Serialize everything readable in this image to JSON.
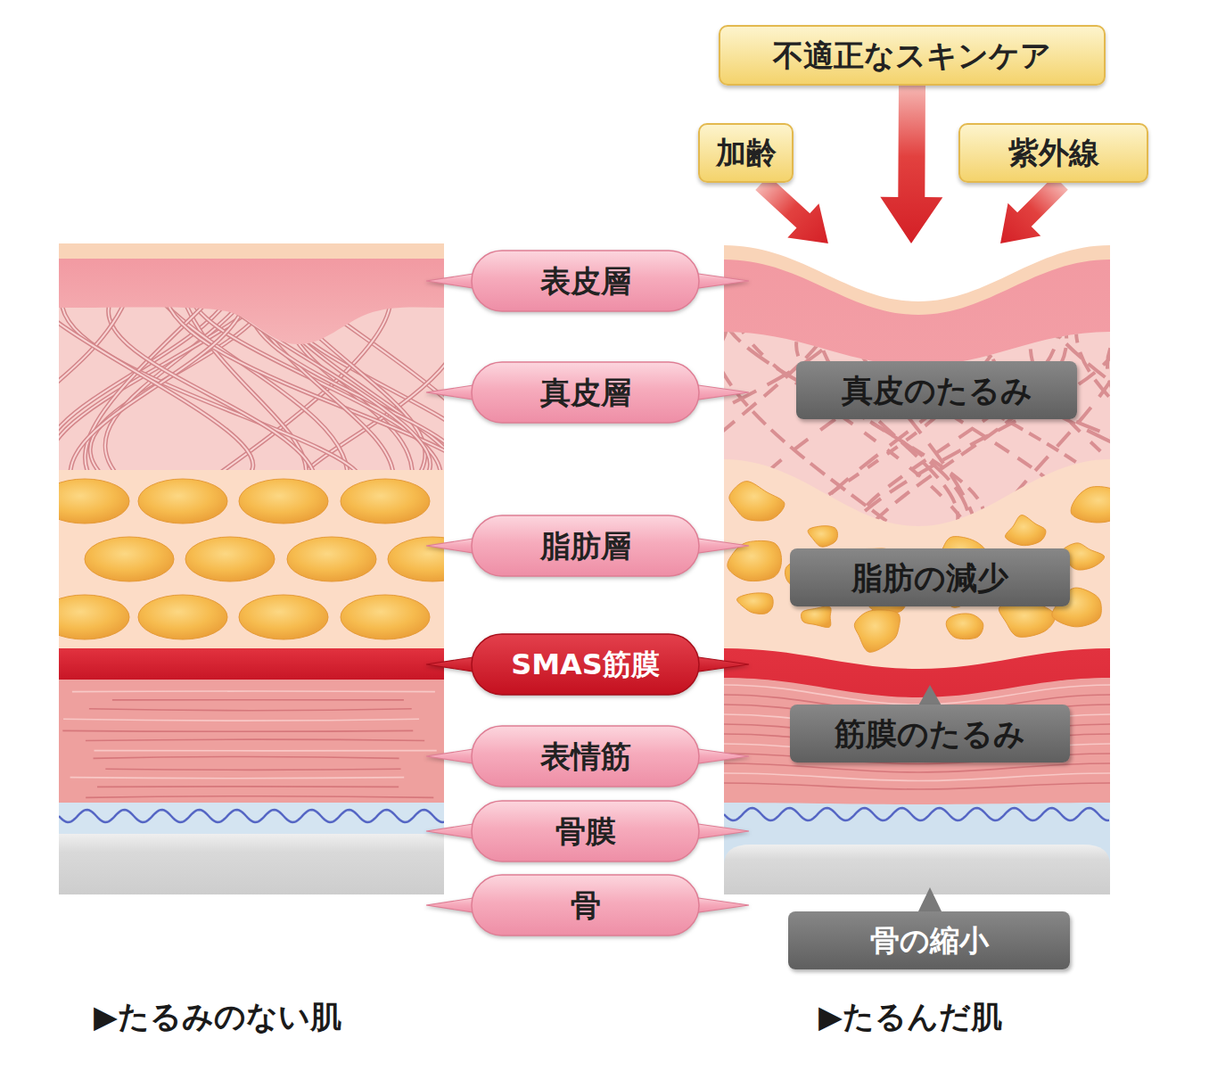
{
  "diagram": {
    "nodes": [
      {
        "text": [
          "不適正なスキンケア"
        ]
      },
      {
        "text": [
          "加齢"
        ]
      },
      {
        "text": [
          "紫外線"
        ]
      },
      {
        "text": [
          "▶たるみのない肌"
        ]
      },
      {
        "text": [
          "▶たるんだ肌"
        ]
      },
      {
        "text": [
          "真皮のたるみ"
        ],
        "in": 4
      },
      {
        "text": [
          "脂肪の減少"
        ],
        "in": 4
      },
      {
        "text": [
          "筋膜のたるみ"
        ],
        "in": 4
      },
      {
        "text": [
          "表皮層"
        ]
      },
      {
        "text": [
          "真皮層"
        ]
      },
      {
        "text": [
          "脂肪層"
        ]
      },
      {
        "text": [
          "SMAS筋膜"
        ]
      },
      {
        "text": [
          "表情筋"
        ]
      },
      {
        "text": [
          "骨膜"
        ]
      },
      {
        "text": [
          "骨"
        ]
      },
      {
        "text": [
          "骨の縮小"
        ]
      }
    ],
    "edges": [
      {
        "from": 1,
        "to": 4,
        "arrow": "to"
      },
      {
        "from": 0,
        "to": 4,
        "arrow": "to"
      },
      {
        "from": 2,
        "to": 4,
        "arrow": "to"
      }
    ]
  }
}
